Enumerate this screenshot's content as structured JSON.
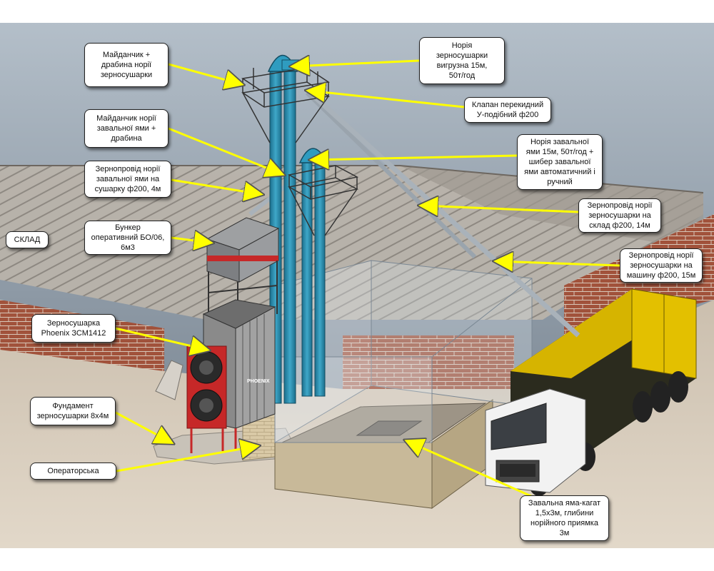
{
  "labels": {
    "ploshchadka_susharky": "Майданчик +\nдрабина норії\nзерносушарки",
    "noria_susharky": "Норія\nзерносушарки\nвигрузна 15м,\n50т/год",
    "klapan": "Клапан перекидний\nУ-подібний ф200",
    "ploshchadka_yamy": "Майданчик норії\nзавальної ями +\nдрабина",
    "noria_yamy": "Норія завальної\nями 15м, 50т/год +\nшибер завальної\nями автоматичний і\nручний",
    "zernoprovid_yamy": "Зернопровід норії\nзавальної ями на\nсушарку ф200, 4м",
    "zernoprovid_sklad": "Зернопровід норії\nзерносушарки на\nсклад ф200, 14м",
    "sklad": "СКЛАД",
    "bunker": "Бункер\nоперативний БО/06,\n6м3",
    "zernoprovid_mashyna": "Зернопровід норії\nзерносушарки на\nмашину ф200, 15м",
    "sushylka": "Зерносушарка\nPhoenix ЗСМ1412",
    "fundament": "Фундамент\nзерносушарки 8х4м",
    "operatorska": "Операторська",
    "yama": "Завальна яма-кагат\n1,5х3м, глибини\nнорійного приямка\n3м"
  },
  "brand_text": "PHOENIX",
  "colors": {
    "background_top": "#8c9aa8",
    "ground": "#d9cdbb",
    "roof": "#b5b0a8",
    "brick": "#a0523c",
    "noria_blue": "#2b8fb0",
    "dryer_red": "#c62828",
    "dryer_grey": "#8a8a8a",
    "truck_yellow": "#d9b300",
    "arrow_yellow": "#ffff00",
    "pit_concrete": "#c9b999"
  }
}
